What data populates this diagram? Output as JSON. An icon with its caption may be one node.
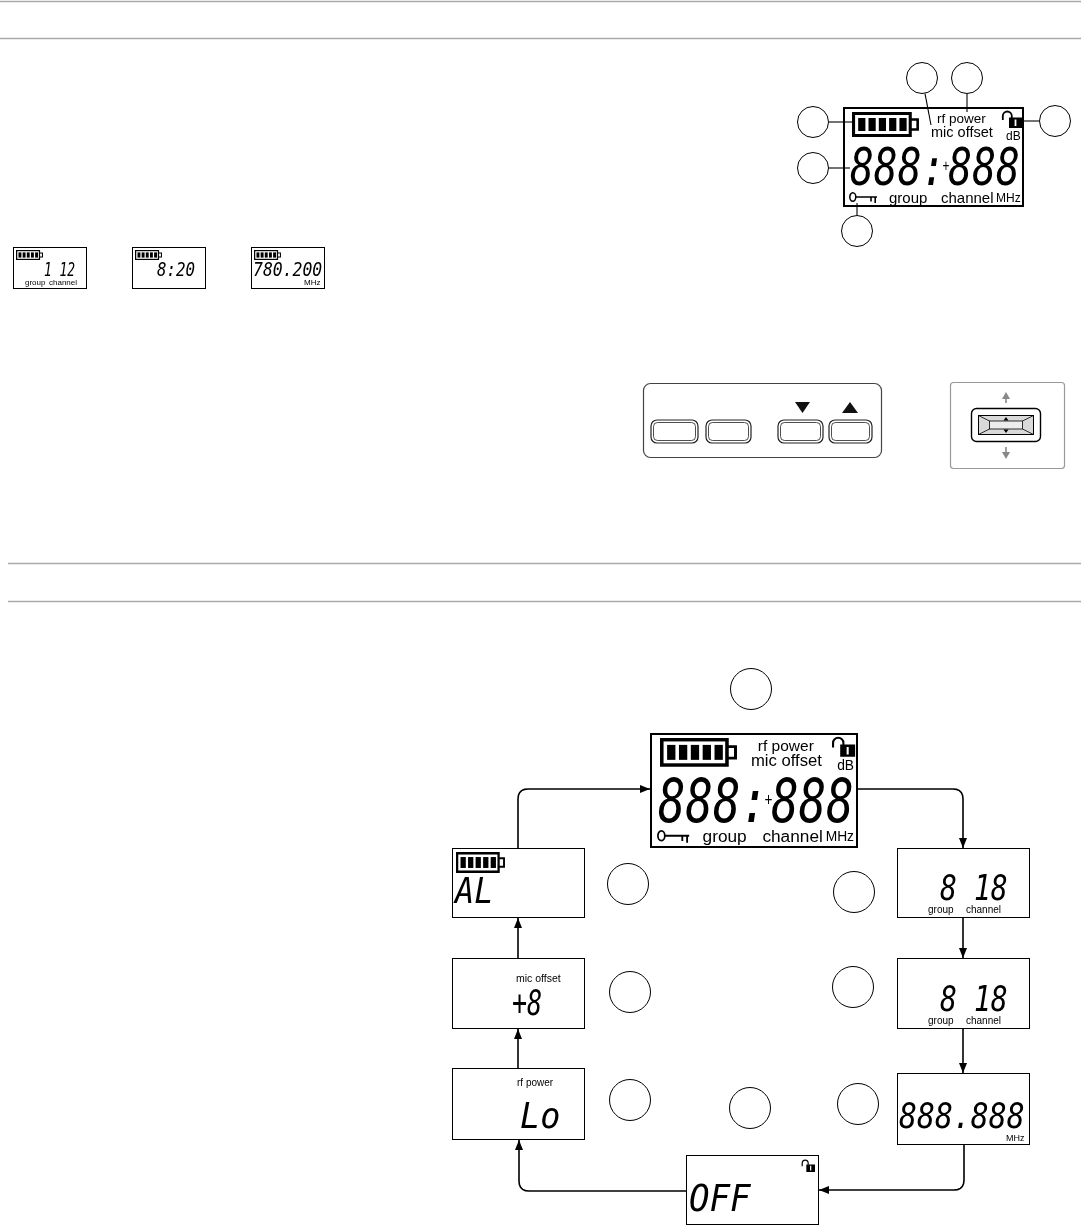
{
  "diagram": {
    "nodes": [
      {
        "text": [
          "dB",
          "group",
          "channel",
          "MHz"
        ]
      },
      {
        "text": [],
        "shape": "picture",
        "in": 0
      },
      {
        "text": [
          "rf power"
        ],
        "in": 0
      },
      {
        "text": [
          "mic offset"
        ],
        "in": 0
      },
      {
        "text": [],
        "shape": "picture",
        "in": 0
      },
      {
        "text": [
          "888:$^{+}$888"
        ],
        "in": 0
      },
      {
        "text": [],
        "shape": "picture",
        "in": 0
      },
      {
        "text": [],
        "shape": "circle"
      },
      {
        "text": [],
        "shape": "circle"
      },
      {
        "text": [],
        "shape": "circle"
      },
      {
        "text": [],
        "shape": "circle"
      },
      {
        "text": [],
        "shape": "circle"
      },
      {
        "text": [],
        "shape": "circle"
      },
      {
        "text": [
          "1 12",
          "group",
          "channel"
        ]
      },
      {
        "text": [
          "8:20"
        ]
      },
      {
        "text": [
          "780.200",
          "MHz"
        ]
      },
      {
        "text": [],
        "shape": "circle"
      },
      {
        "text": [
          "rf power",
          "mic offset",
          "dB",
          "888:$^{+}$888",
          "group",
          "channel",
          "MHz"
        ]
      },
      {
        "text": [
          "AL"
        ]
      },
      {
        "text": [],
        "shape": "circle"
      },
      {
        "text": [],
        "shape": "circle"
      },
      {
        "text": [
          "8 18",
          "group",
          "channel"
        ]
      },
      {
        "text": [
          "mic offset",
          "+8"
        ]
      },
      {
        "text": [],
        "shape": "circle"
      },
      {
        "text": [],
        "shape": "circle"
      },
      {
        "text": [
          "8 18",
          "group",
          "channel"
        ]
      },
      {
        "text": [
          "rf power",
          "Lo"
        ]
      },
      {
        "text": [],
        "shape": "circle"
      },
      {
        "text": [],
        "shape": "circle"
      },
      {
        "text": [],
        "shape": "circle"
      },
      {
        "text": [
          "888.888",
          "MHz"
        ]
      },
      {
        "text": [
          "OFF"
        ]
      }
    ],
    "edges": [
      {
        "from": 7,
        "to": 3,
        "arrow": "none"
      },
      {
        "from": 8,
        "to": 2,
        "arrow": "none"
      },
      {
        "from": 9,
        "to": 1,
        "arrow": "none"
      },
      {
        "from": 10,
        "to": 4,
        "arrow": "none"
      },
      {
        "from": 11,
        "to": 5,
        "arrow": "none"
      },
      {
        "from": 12,
        "to": 6,
        "arrow": "none"
      },
      {
        "from": 17,
        "to": 21,
        "arrow": "to"
      },
      {
        "from": 21,
        "to": 25,
        "arrow": "to"
      },
      {
        "from": 25,
        "to": 30,
        "arrow": "to"
      },
      {
        "from": 30,
        "to": 31,
        "arrow": "to"
      },
      {
        "from": 31,
        "to": 26,
        "arrow": "to"
      },
      {
        "from": 26,
        "to": 22,
        "arrow": "to"
      },
      {
        "from": 22,
        "to": 18,
        "arrow": "to"
      },
      {
        "from": 18,
        "to": 17,
        "arrow": "to"
      }
    ]
  }
}
